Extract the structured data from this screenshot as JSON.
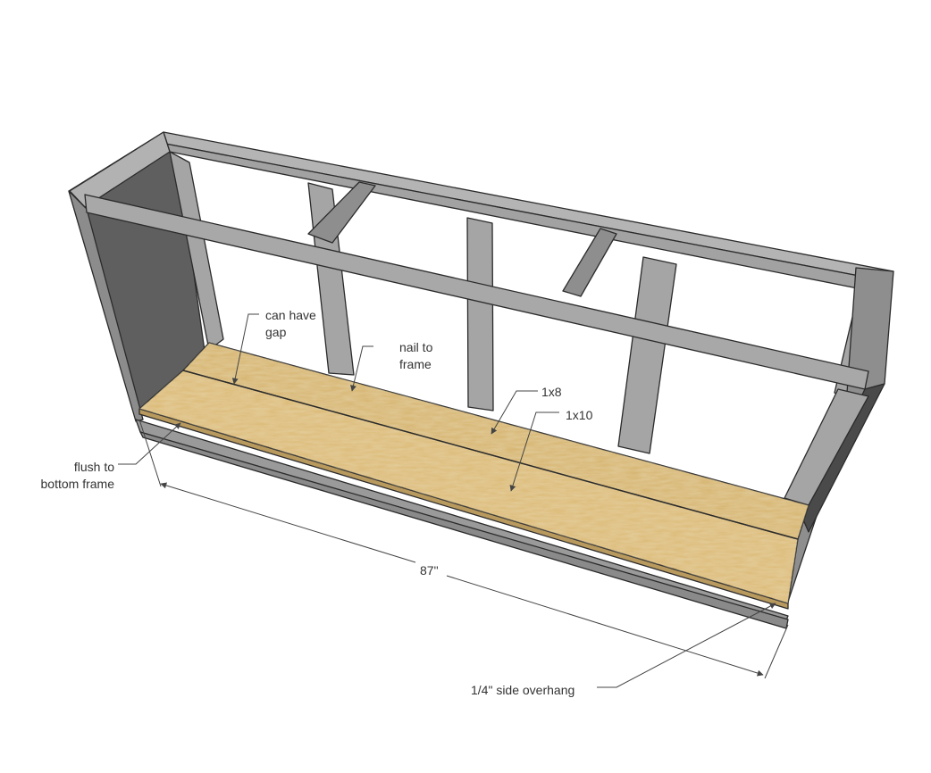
{
  "labels": {
    "can_have_gap": "can have\ngap",
    "nail_to_frame": "nail to\nframe",
    "board_1x8": "1x8",
    "board_1x10": "1x10",
    "flush_to_bottom_frame": "flush to\nbottom frame",
    "width_dimension": "87\"",
    "side_overhang": "1/4\" side overhang"
  },
  "colors": {
    "frame_face": "#a5a5a5",
    "frame_side": "#8e8e8e",
    "side_panel_dark": "#5a5a5a",
    "wood": "#d9b772",
    "wood_grain": "#c9ad7d",
    "outline": "#2b2b2b",
    "leader": "#444444"
  }
}
